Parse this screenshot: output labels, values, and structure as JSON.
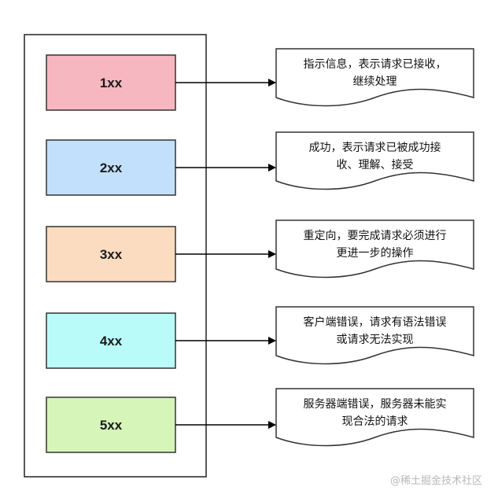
{
  "diagram": {
    "categories": [
      {
        "code": "1xx",
        "color": "#f7b7c0",
        "description": [
          "指示信息，表示请求已接收，",
          "继续处理"
        ]
      },
      {
        "code": "2xx",
        "color": "#c2e0fb",
        "description": [
          "成功，表示请求已被成功接",
          "收、理解、接受"
        ]
      },
      {
        "code": "3xx",
        "color": "#fbdcc0",
        "description": [
          "重定向，要完成请求必须进行",
          "更进一步的操作"
        ]
      },
      {
        "code": "4xx",
        "color": "#b9fbf8",
        "description": [
          "客户端错误，请求有语法错误",
          "或请求无法实现"
        ]
      },
      {
        "code": "5xx",
        "color": "#d6f5b8",
        "description": [
          "服务器端错误，服务器未能实",
          "现合法的请求"
        ]
      }
    ]
  },
  "watermark": "@稀土掘金技术社区"
}
